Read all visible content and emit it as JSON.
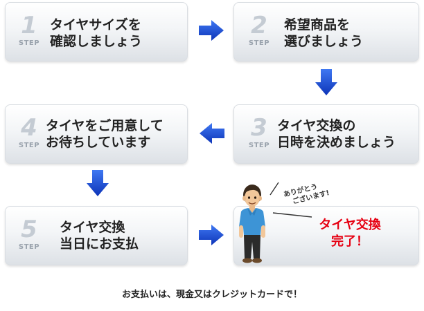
{
  "steps": [
    {
      "number": "1",
      "step_label": "STEP",
      "lines": [
        "タイヤサイズを",
        "確認しましょう"
      ]
    },
    {
      "number": "2",
      "step_label": "STEP",
      "lines": [
        "希望商品を",
        "選びましょう"
      ]
    },
    {
      "number": "3",
      "step_label": "STEP",
      "lines": [
        "タイヤ交換の",
        "日時を決めましょう"
      ]
    },
    {
      "number": "4",
      "step_label": "STEP",
      "lines": [
        "タイヤをご用意して",
        "お待ちしています"
      ]
    },
    {
      "number": "5",
      "step_label": "STEP",
      "lines": [
        "タイヤ交換",
        "当日にお支払"
      ]
    }
  ],
  "completion": {
    "speech_lines": [
      "ありがとう",
      "ございます!"
    ],
    "lines": [
      "タイヤ交換",
      "完了！"
    ]
  },
  "footer_note": "お支払いは、現金又はクレジットカードで！",
  "colors": {
    "arrow_blue": "#1b4fd6",
    "completion_red": "#e60012",
    "step_number_gray": "#c4cbd3"
  }
}
